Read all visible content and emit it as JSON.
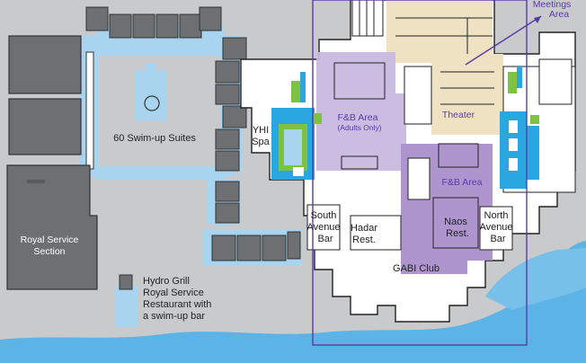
{
  "labels": {
    "meetings_area_1": "Meetings",
    "meetings_area_2": "Area",
    "swim_up_suites": "60 Swim-up Suites",
    "yhi_spa_1": "YHI",
    "yhi_spa_2": "Spa",
    "fb_area_adults_1": "F&B Area",
    "fb_area_adults_2": "(Adults Only)",
    "theater": "Theater",
    "fb_area": "F&B Area",
    "royal_service_1": "Royal Service",
    "royal_service_2": "Section",
    "south_avenue_1": "South",
    "south_avenue_2": "Avenue",
    "south_avenue_3": "Bar",
    "hadar_1": "Hadar",
    "hadar_2": "Rest.",
    "naos_1": "Naos",
    "naos_2": "Rest.",
    "north_avenue_1": "North",
    "north_avenue_2": "Avenue",
    "north_avenue_3": "Bar",
    "gabi_club": "GABI Club",
    "hydro_grill_1": "Hydro Grill",
    "hydro_grill_2": "Royal Service",
    "hydro_grill_3": "Restaurant with",
    "hydro_grill_4": "a swim-up bar"
  },
  "colors": {
    "ground": "#c9cacc",
    "building_dark": "#6e6f72",
    "building_light": "#ffffff",
    "pool": "#a9d4ef",
    "pool_bright": "#2aa7e0",
    "sea": "#5bb3e6",
    "meeting_zone": "#efe2c2",
    "fb_zone": "#a58ac9",
    "fb_zone_light": "#c8b8e0",
    "outline_purple": "#5a3aa8",
    "green": "#7dc242"
  }
}
